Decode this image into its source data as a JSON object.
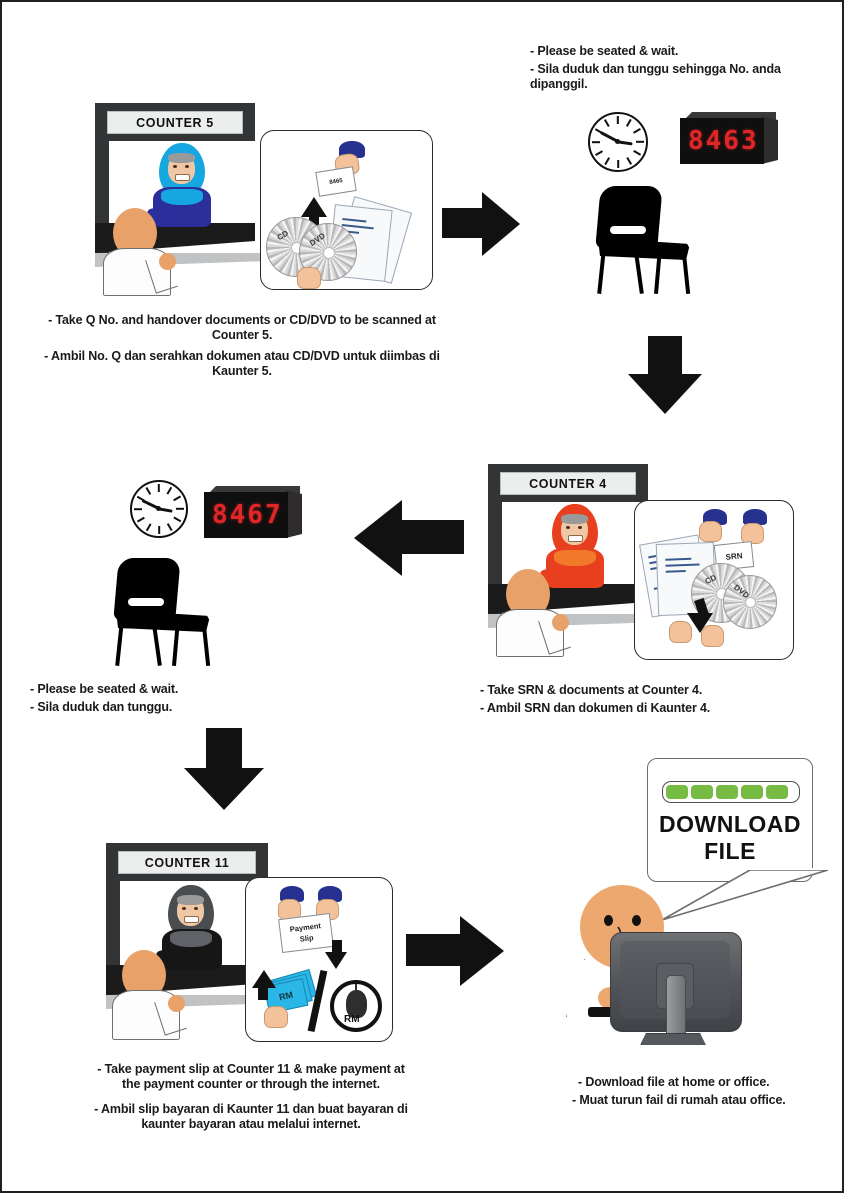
{
  "document": {
    "title": "Counter Service Flow Chart",
    "border_color": "#202020",
    "background": "#ffffff"
  },
  "steps": [
    {
      "id": "step-1",
      "sign": "COUNTER 5",
      "ticket_number": "8465",
      "caption_en": "- Take Q No. and handover documents or CD/DVD to be scanned at\nCounter 5.",
      "caption_ms": "- Ambil No. Q dan serahkan dokumen atau CD/DVD untuk diimbas di\nKaunter 5.",
      "disc_labels": [
        "CD",
        "DVD"
      ],
      "clerk_attire_color": "#17a7e0"
    },
    {
      "id": "step-2",
      "caption_en": "- Please be seated & wait.",
      "caption_ms": "- Sila duduk dan tunggu sehingga No. anda dipanggil.",
      "queue_display": "8463",
      "display_color": "#e02626",
      "icons": [
        "clock-icon",
        "queue-display-icon",
        "chair-icon"
      ]
    },
    {
      "id": "step-3",
      "sign": "COUNTER 4",
      "caption_en": "- Take SRN & documents at Counter 4.",
      "caption_ms": "- Ambil SRN dan dokumen di Kaunter 4.",
      "slip_label": "SRN",
      "disc_labels": [
        "CD",
        "DVD"
      ],
      "clerk_attire_color": "#e8401f"
    },
    {
      "id": "step-4",
      "caption_en": "- Please be seated & wait.",
      "caption_ms": "- Sila duduk dan tunggu.",
      "queue_display": "8467",
      "display_color": "#e02626",
      "icons": [
        "clock-icon",
        "queue-display-icon",
        "chair-icon"
      ]
    },
    {
      "id": "step-5",
      "sign": "COUNTER 11",
      "caption_en": "- Take payment slip at Counter 11 & make payment at\nthe payment counter or through the internet.",
      "caption_ms": "- Ambil slip bayaran di Kaunter 11 dan buat bayaran di\nkaunter bayaran atau melalui internet.",
      "slip_label": "Payment\nSlip",
      "cash_label": "RM",
      "online_label": "RM",
      "clerk_attire_color": "#3f4245"
    },
    {
      "id": "step-6",
      "bubble_line_1": "DOWNLOAD",
      "bubble_line_2": "FILE",
      "progress_blocks": 5,
      "progress_color": "#76bc43",
      "caption_en": "- Download file at home or office.",
      "caption_ms": "- Muat turun fail di rumah atau office."
    }
  ],
  "arrows": [
    {
      "name": "arrow-step1-to-step2",
      "direction": "right"
    },
    {
      "name": "arrow-step2-to-step3",
      "direction": "down"
    },
    {
      "name": "arrow-step3-to-step4",
      "direction": "left"
    },
    {
      "name": "arrow-step4-to-step5",
      "direction": "down"
    },
    {
      "name": "arrow-step5-to-step6",
      "direction": "right"
    }
  ]
}
